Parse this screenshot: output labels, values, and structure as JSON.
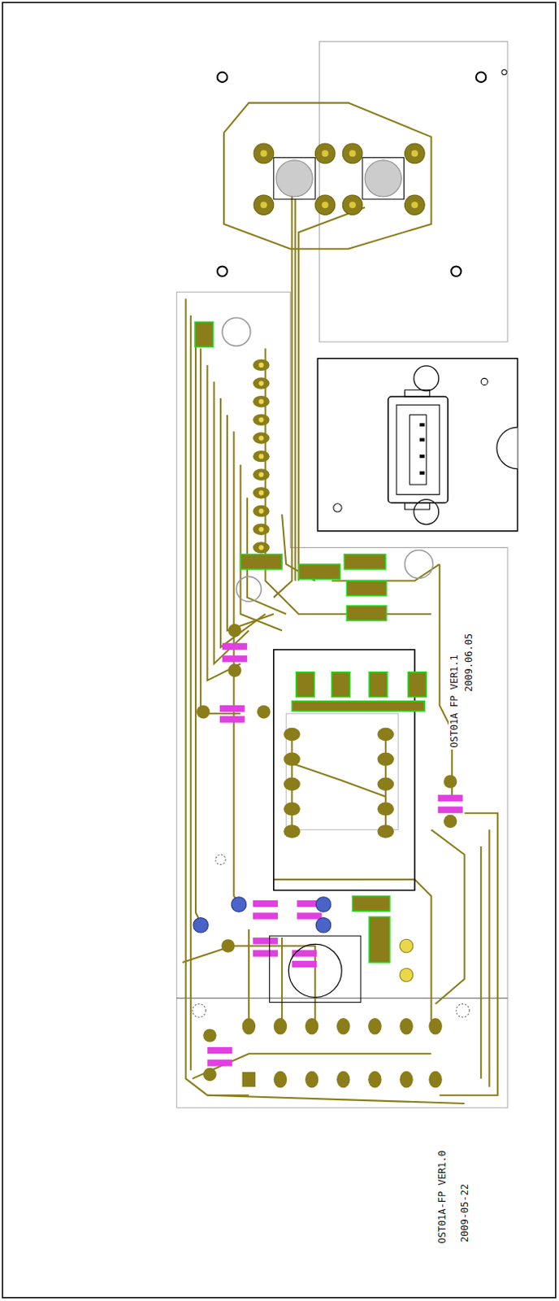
{
  "diagram": {
    "labels": [
      "OST01A FP VER1.1",
      "2009.06.05",
      "OST01A-FP VER1.0",
      "2009-05-22"
    ]
  }
}
